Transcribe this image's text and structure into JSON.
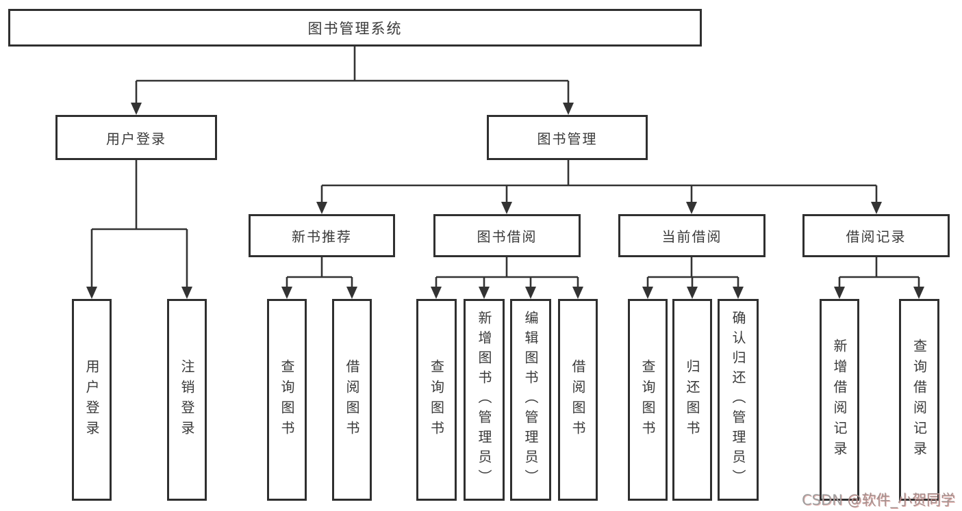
{
  "tree": {
    "label": "图书管理系统",
    "children": [
      {
        "label": "用户登录",
        "children": [
          {
            "label": "用户登录"
          },
          {
            "label": "注销登录"
          }
        ]
      },
      {
        "label": "图书管理",
        "children": [
          {
            "label": "新书推荐",
            "children": [
              {
                "label": "查询图书"
              },
              {
                "label": "借阅图书"
              }
            ]
          },
          {
            "label": "图书借阅",
            "children": [
              {
                "label": "查询图书"
              },
              {
                "label": "新增图书（管理员）"
              },
              {
                "label": "编辑图书（管理员）"
              },
              {
                "label": "借阅图书"
              }
            ]
          },
          {
            "label": "当前借阅",
            "children": [
              {
                "label": "查询图书"
              },
              {
                "label": "归还图书"
              },
              {
                "label": "确认归还（管理员）"
              }
            ]
          },
          {
            "label": "借阅记录",
            "children": [
              {
                "label": "新增借阅记录"
              },
              {
                "label": "查询借阅记录"
              }
            ]
          }
        ]
      }
    ]
  },
  "watermark": {
    "prefix": "CSDN ",
    "handle": "@软件_小贺同学"
  },
  "colors": {
    "line": "#333333",
    "box_border": "#2f2f2f",
    "text": "#3a3a3a",
    "background": "#ffffff",
    "watermark_gray": "#9e9e9e",
    "watermark_red_tint": "#cd5a55"
  }
}
